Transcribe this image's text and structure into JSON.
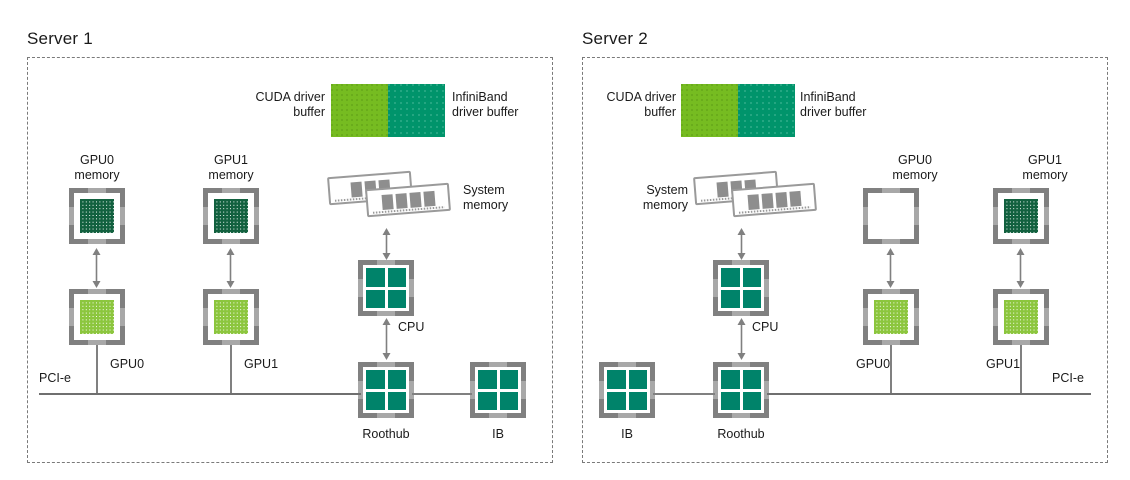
{
  "diagram": {
    "title_hidden": "GPUDirect RDMA buffer flow between two servers",
    "colors": {
      "cuda_buffer": "#76bc21",
      "ib_buffer": "#00946b",
      "chip_border": "#808080",
      "die_dark_green": "#12613f",
      "die_light_green": "#8cc63e",
      "quad_teal": "#00836a",
      "line": "#808080",
      "dashed_boundary": "#7a7a7a",
      "text": "#1a1a1a"
    },
    "servers": [
      {
        "id": "server-1",
        "title": "Server 1",
        "buffers": {
          "cuda_label": "CUDA driver\nbuffer",
          "ib_label": "InfiniBand\ndriver buffer"
        },
        "nodes": {
          "gpu0_memory_label": "GPU0\nmemory",
          "gpu1_memory_label": "GPU1\nmemory",
          "system_memory_label": "System\nmemory",
          "gpu0_label": "GPU0",
          "gpu1_label": "GPU1",
          "cpu_label": "CPU",
          "roothub_label": "Roothub",
          "ib_label": "IB",
          "pcie_label": "PCI-e"
        },
        "fills": {
          "gpu0_memory": "dark-green-grid",
          "gpu1_memory": "dark-green-grid",
          "gpu0": "light-green-grid",
          "gpu1": "light-green-grid",
          "cpu": "quad-teal",
          "roothub": "quad-teal",
          "ib": "quad-teal"
        }
      },
      {
        "id": "server-2",
        "title": "Server 2",
        "buffers": {
          "cuda_label": "CUDA driver\nbuffer",
          "ib_label": "InfiniBand\ndriver buffer"
        },
        "nodes": {
          "gpu0_memory_label": "GPU0\nmemory",
          "gpu1_memory_label": "GPU1\nmemory",
          "system_memory_label": "System\nmemory",
          "gpu0_label": "GPU0",
          "gpu1_label": "GPU1",
          "cpu_label": "CPU",
          "roothub_label": "Roothub",
          "ib_label": "IB",
          "pcie_label": "PCI-e"
        },
        "fills": {
          "gpu0_memory": "empty",
          "gpu1_memory": "dark-green-grid",
          "gpu0": "light-green-grid",
          "gpu1": "light-green-grid",
          "cpu": "quad-teal",
          "roothub": "quad-teal",
          "ib": "quad-teal"
        }
      }
    ]
  }
}
